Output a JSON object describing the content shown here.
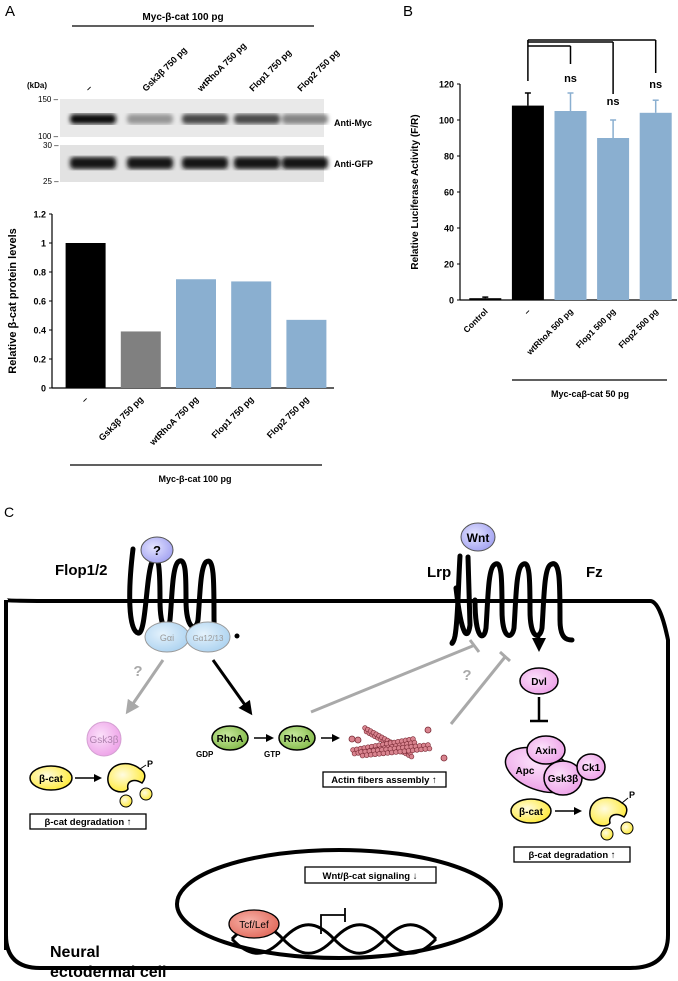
{
  "panels": {
    "A": {
      "label": "A",
      "western_blot": {
        "group_label": "Myc-β-cat 100 pg",
        "lanes": [
          "–",
          "Gsk3β 750 pg",
          "wtRhoA 750 pg",
          "Flop1 750 pg",
          "Flop2 750 pg"
        ],
        "kda_label": "(kDa)",
        "markers_top": [
          "150 –",
          "100 –"
        ],
        "markers_bottom": [
          "30 –",
          "25 –"
        ],
        "antibodies": [
          "Anti-Myc",
          "Anti-GFP"
        ],
        "myc_band_intensity": [
          1.0,
          0.39,
          0.75,
          0.73,
          0.47
        ]
      }
    },
    "B": {
      "label": "B",
      "significance": [
        "ns",
        "ns",
        "ns"
      ]
    },
    "C": {
      "label": "C",
      "flop_label": "Flop1/2",
      "ligand_unknown": "?",
      "wnt": "Wnt",
      "lrp": "Lrp",
      "fz": "Fz",
      "gai": "Gαi",
      "ga1213": "Gα12/13",
      "question": "?",
      "gsk3b": "Gsk3β",
      "rhoa": "RhoA",
      "gdp": "GDP",
      "gtp": "GTP",
      "bcat": "β-cat",
      "phospho": "P",
      "bcat_degradation": "β-cat degradation ↑",
      "actin_assembly": "Actin fibers assembly ↑",
      "dvl": "Dvl",
      "axin": "Axin",
      "apc": "Apc",
      "ck1": "Ck1",
      "tcf_lef": "Tcf/Lef",
      "wnt_signaling": "Wnt/β-cat signaling ↓",
      "cell_label_1": "Neural",
      "cell_label_2": "ectodermal cell"
    }
  },
  "colors": {
    "black_bar": "#000000",
    "gray_bar": "#808080",
    "blue_bar": "#8aafd0",
    "receptor_ligand": "#b3b3f0",
    "galpha": "#bcdcf3",
    "gsk_pink": "#f0b6ee",
    "pink_complex": "#f4b0ef",
    "rhoa_green": "#8fc653",
    "bcat_yellow": "#ffef3f",
    "tcf_red": "#e8766c",
    "actin": "#c0707a",
    "inhibit_gray": "#a9a9a9"
  },
  "chart_data": [
    {
      "type": "bar",
      "panel": "A",
      "title": "",
      "xlabel": "Myc-β-cat 100 pg",
      "ylabel": "Relative β-cat protein levels",
      "categories": [
        "–",
        "Gsk3β 750 pg",
        "wtRhoA 750 pg",
        "Flop1 750 pg",
        "Flop2 750 pg"
      ],
      "values": [
        1.0,
        0.39,
        0.75,
        0.735,
        0.47
      ],
      "bar_colors": [
        "#000000",
        "#808080",
        "#8aafd0",
        "#8aafd0",
        "#8aafd0"
      ],
      "ylim": [
        0,
        1.2
      ],
      "yticks": [
        0,
        0.2,
        0.4,
        0.6,
        0.8,
        1,
        1.2
      ],
      "ytick_labels": [
        "0",
        "0.2",
        "0.4",
        "0.6",
        "0.8",
        "1",
        "1.2"
      ],
      "grid": false,
      "legend": "none"
    },
    {
      "type": "bar",
      "panel": "B",
      "title": "",
      "xlabel": "Myc-caβ-cat 50 pg",
      "ylabel": "Relative Luciferase Activity (F/R)",
      "categories": [
        "Control",
        "–",
        "wtRhoA 500 pg",
        "Flop1 500 pg",
        "Flop2 500 pg"
      ],
      "values": [
        1,
        108,
        105,
        90,
        104
      ],
      "errors": [
        0.6,
        7,
        10,
        10,
        7
      ],
      "bar_colors": [
        "#000000",
        "#000000",
        "#8aafd0",
        "#8aafd0",
        "#8aafd0"
      ],
      "ylim": [
        0,
        120
      ],
      "yticks": [
        0,
        20,
        40,
        60,
        80,
        100,
        120
      ],
      "ytick_labels": [
        "0",
        "20",
        "40",
        "60",
        "80",
        "100",
        "120"
      ],
      "annotations": [
        "ns",
        "ns",
        "ns"
      ],
      "comparisons": [
        [
          "–",
          "wtRhoA 500 pg"
        ],
        [
          "–",
          "Flop1 500 pg"
        ],
        [
          "–",
          "Flop2 500 pg"
        ]
      ],
      "grid": false,
      "legend": "none"
    }
  ]
}
